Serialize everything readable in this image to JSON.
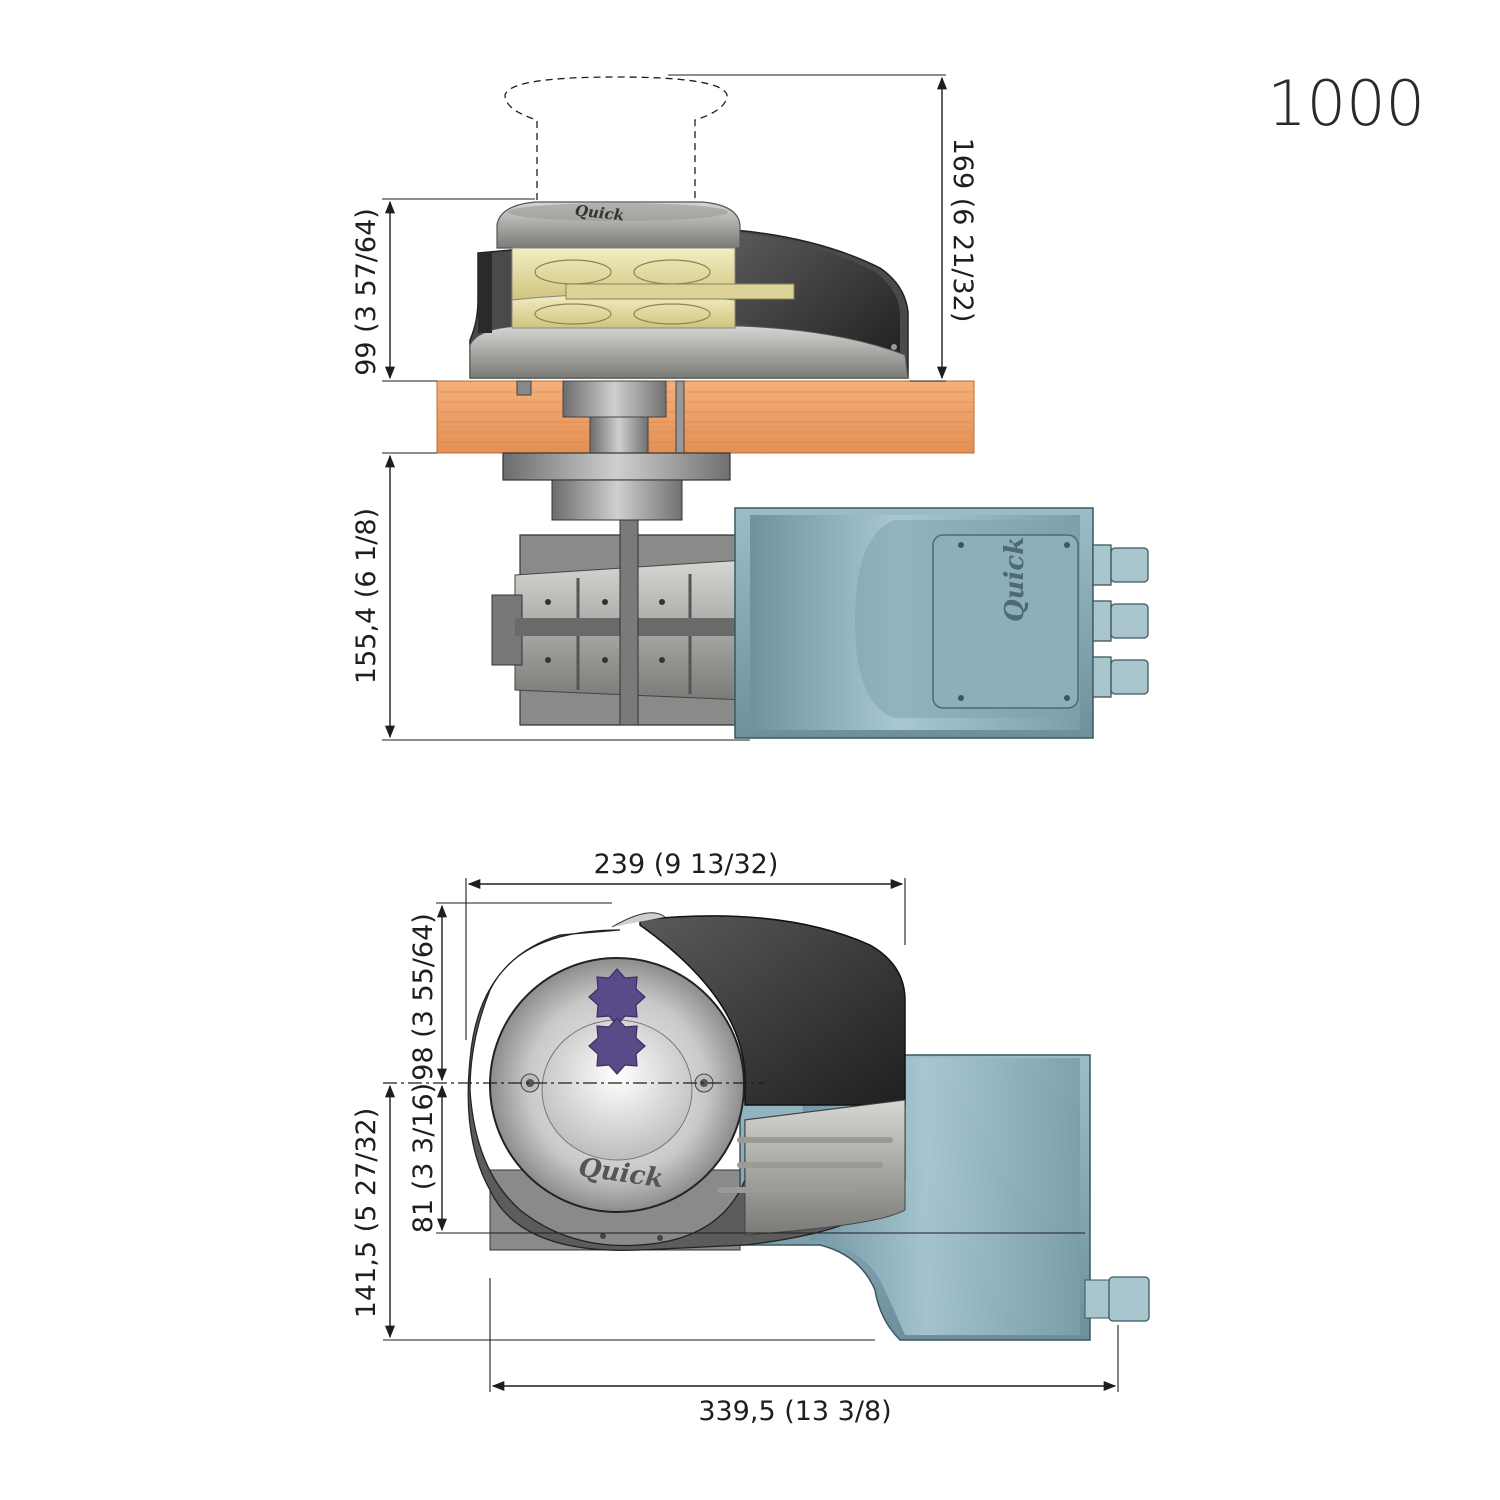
{
  "model_label": "1000",
  "brand": "Quick",
  "dimensions": {
    "top_total_height": "169 (6 21/32)",
    "top_above_deck": "99 (3 57/64)",
    "top_below_deck": "155,4 (6 1/8)",
    "side_width": "239 (9 13/32)",
    "side_above_axis": "98 (3 55/64)",
    "side_below_axis": "81 (3 3/16)",
    "side_total_height": "141,5 (5 27/32)",
    "side_total_length": "339,5 (13 3/8)"
  },
  "colors": {
    "deck": "#f0a36a",
    "motor": "#8fb3c0",
    "housing_dark": "#3a3a3a",
    "gypsy_gold": "#e8e0a0",
    "knob_purple": "#5a4a8a"
  }
}
